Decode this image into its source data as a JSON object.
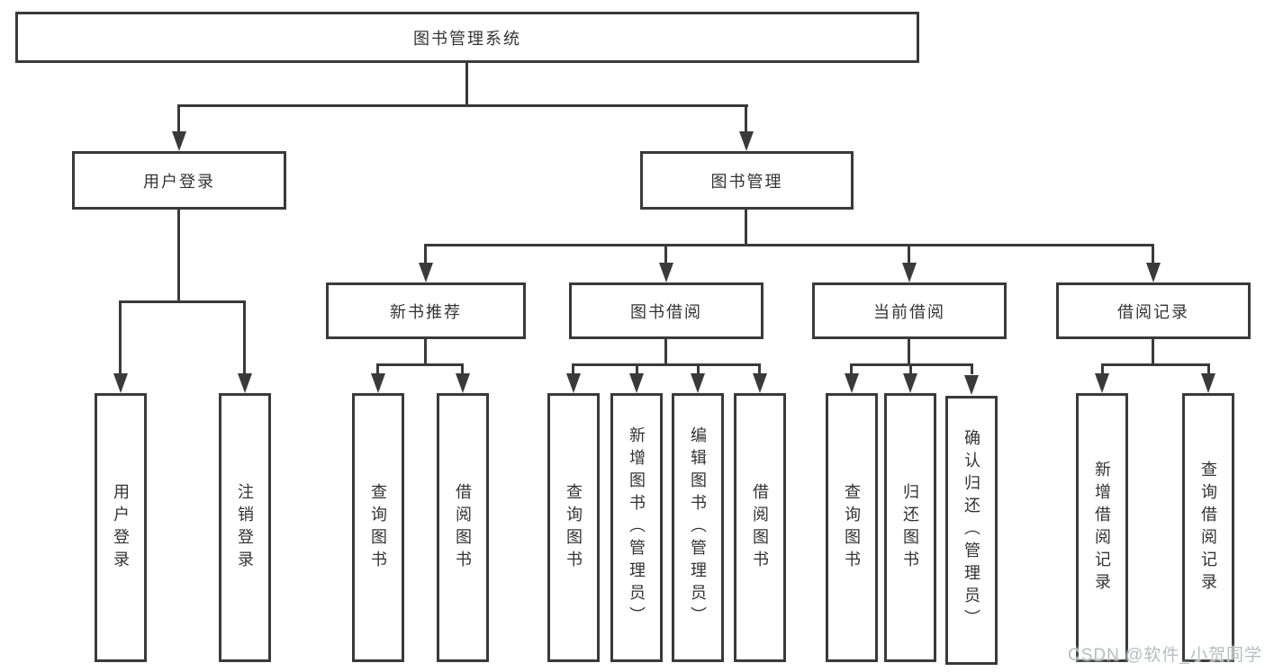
{
  "diagram": {
    "root": {
      "label": "图书管理系统"
    },
    "level2": [
      {
        "label": "用户登录"
      },
      {
        "label": "图书管理"
      }
    ],
    "level3": [
      {
        "label": "新书推荐"
      },
      {
        "label": "图书借阅"
      },
      {
        "label": "当前借阅"
      },
      {
        "label": "借阅记录"
      }
    ],
    "leaves": {
      "user_login": [
        {
          "label": "用户登录"
        },
        {
          "label": "注销登录"
        }
      ],
      "new_book_recommend": [
        {
          "label": "查询图书"
        },
        {
          "label": "借阅图书"
        }
      ],
      "book_borrowing": [
        {
          "label": "查询图书"
        },
        {
          "label": "新增图书（管理员）"
        },
        {
          "label": "编辑图书（管理员）"
        },
        {
          "label": "借阅图书"
        }
      ],
      "current_borrowing": [
        {
          "label": "查询图书"
        },
        {
          "label": "归还图书"
        },
        {
          "label": "确认归还（管理员）"
        }
      ],
      "borrowing_records": [
        {
          "label": "新增借阅记录"
        },
        {
          "label": "查询借阅记录"
        }
      ]
    },
    "colors": {
      "line": "#3a3a3a",
      "text": "#333333",
      "background": "#ffffff",
      "watermark": "#b7bcc1"
    }
  },
  "watermark": {
    "text": "CSDN @软件_小贺同学"
  }
}
